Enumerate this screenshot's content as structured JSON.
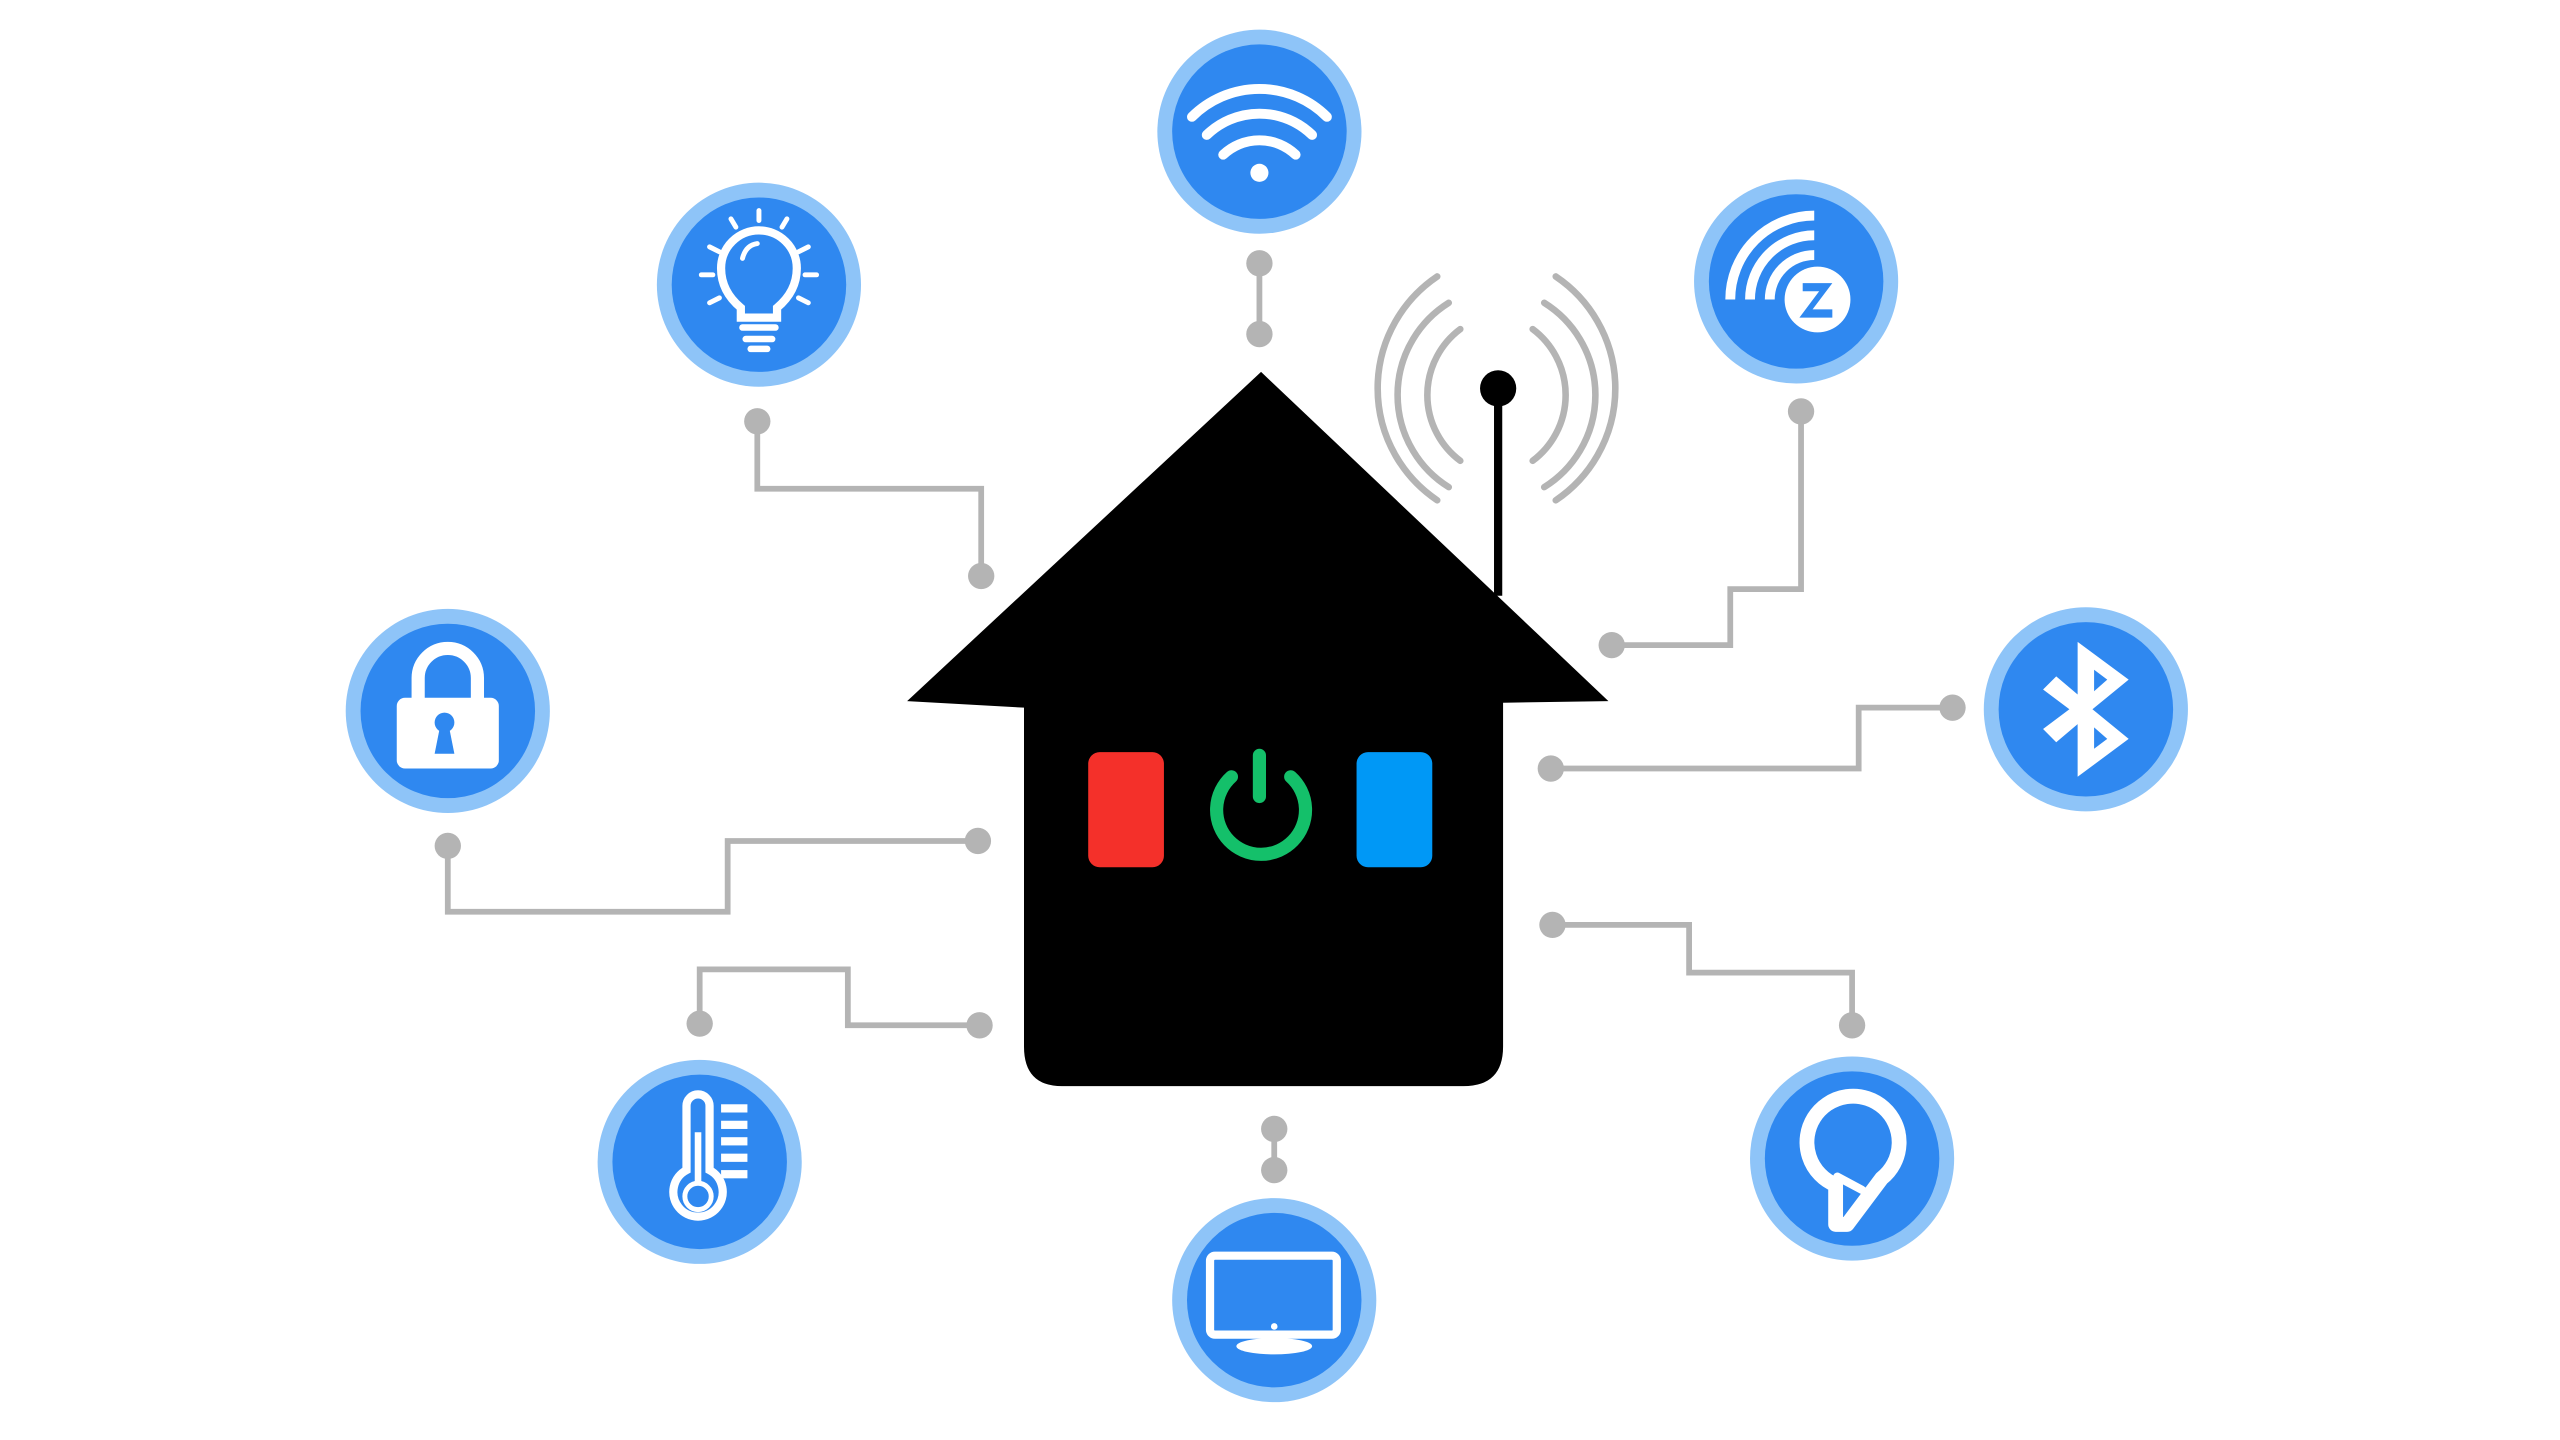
{
  "colors": {
    "background": "#ffffff",
    "node_fill": "#2f88f0",
    "node_ring": "#8ec4f8",
    "glyph": "#ffffff",
    "wire": "#b4b4b4",
    "house": "#000000",
    "signal_waves": "#b4b4b4",
    "red_button": "#f4302a",
    "power_icon": "#14c06a",
    "blue_button": "#0098f6"
  },
  "hub": {
    "name": "smart-home-hub",
    "icons": [
      "red-button-icon",
      "power-icon",
      "blue-button-icon"
    ],
    "antenna": "antenna-icon",
    "signal": "wireless-signal-waves-icon"
  },
  "devices": [
    {
      "id": "wifi",
      "icon": "wifi-icon"
    },
    {
      "id": "light",
      "icon": "light-bulb-icon"
    },
    {
      "id": "zwave",
      "icon": "zwave-icon"
    },
    {
      "id": "lock",
      "icon": "padlock-icon"
    },
    {
      "id": "bluetooth",
      "icon": "bluetooth-icon"
    },
    {
      "id": "thermostat",
      "icon": "thermometer-icon"
    },
    {
      "id": "tv",
      "icon": "tv-monitor-icon"
    },
    {
      "id": "location",
      "icon": "location-pin-icon"
    }
  ]
}
